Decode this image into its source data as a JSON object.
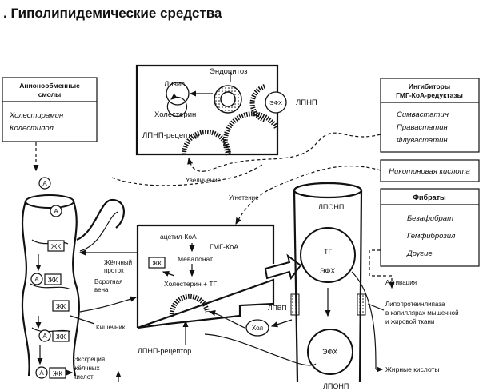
{
  "title": ". Гиполипидемические средства",
  "anion_box": {
    "header_line1": "Анионообменные",
    "header_line2": "смолы",
    "drugs": [
      "Холестирамин",
      "Колестипол"
    ]
  },
  "statin_box": {
    "header_line1": "Ингибиторы",
    "header_line2": "ГМГ-КоА-редуктазы",
    "drugs": [
      "Симвастатин",
      "Правастатин",
      "Флувастатин"
    ]
  },
  "nicotinic_box": {
    "label": "Никотиновая кислота"
  },
  "fibrate_box": {
    "header": "Фибраты",
    "drugs": [
      "Безафибрат",
      "Гемфиброзил",
      "Другие"
    ]
  },
  "cell_inset": {
    "endocytosis": "Эндоцитоз",
    "lysis": "Лизис",
    "cholesterol": "Холестерин",
    "ldl_receptor": "ЛПНП-рецептор",
    "efh": "ЭФХ",
    "ldl": "ЛПНП"
  },
  "increase_label": "Увеличение",
  "inhibition_label": "Угнетение",
  "liver": {
    "acetyl_coa": "ацетил-КоА",
    "hmg_coa": "ГМГ-КоА",
    "mevalonate": "Мевалонат",
    "chol_tg": "Холестерин + ТГ",
    "zhk": "ЖК",
    "bile_duct_line1": "Жёлчный",
    "bile_duct_line2": "проток",
    "portal_vein_line1": "Воротная",
    "portal_vein_line2": "вена",
    "ldl_receptor": "ЛПНП-рецептор"
  },
  "intestine": {
    "a_label": "A",
    "zhk": "ЖК",
    "intestine_label": "Кишечник",
    "excretion_line1": "Экскреция",
    "excretion_line2": "жёлчных",
    "excretion_line3": "кислот"
  },
  "vessel": {
    "vldl_top": "ЛПОНП",
    "tg": "ТГ",
    "efh_upper": "ЭФХ",
    "efh_lower": "ЭФХ",
    "hdl": "ЛПВП",
    "chol_short": "Хол",
    "vldl_bottom": "ЛПОНП"
  },
  "activation_label": "Активация",
  "lpl_label_line1": "Липопротеинлипаза",
  "lpl_label_line2": "в капиллярах мышечной",
  "lpl_label_line3": "и жировой ткани",
  "fatty_acids_label": "Жирные кислоты"
}
